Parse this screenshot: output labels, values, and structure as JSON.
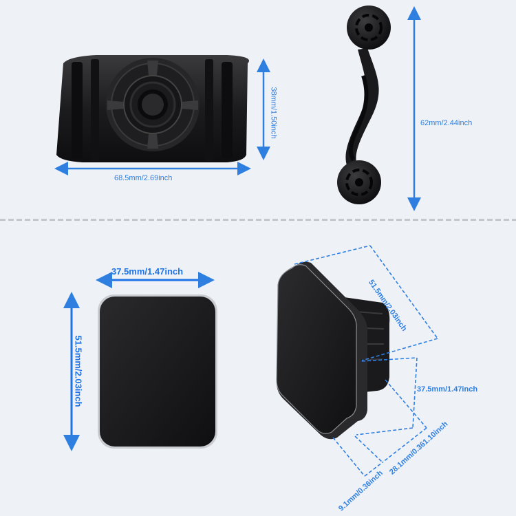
{
  "diagram": {
    "title": "Car phone mount parts dimensions",
    "background_color": "#eef2f7",
    "accent_color": "#2f7fe0",
    "part_color": "#1a1a1a",
    "parts": [
      {
        "name": "vent-clip-base",
        "dimensions": {
          "width_label": "68.5mm/2.69inch",
          "height_label": "38mm/1.50inch"
        }
      },
      {
        "name": "double-ball-connector-arm",
        "dimensions": {
          "height_label": "62mm/2.44inch"
        }
      },
      {
        "name": "metal-plate",
        "dimensions": {
          "width_label": "37.5mm/1.47inch",
          "height_label": "51.5mm/2.03inch"
        }
      },
      {
        "name": "magnetic-head",
        "dimensions": {
          "height_label": "51.5mm/2.03inch",
          "width_label": "37.5mm/1.47inch",
          "depth_label": "28.1mm/0.361.10inch",
          "thickness_label": "9.1mm/0.36inch"
        }
      }
    ]
  }
}
